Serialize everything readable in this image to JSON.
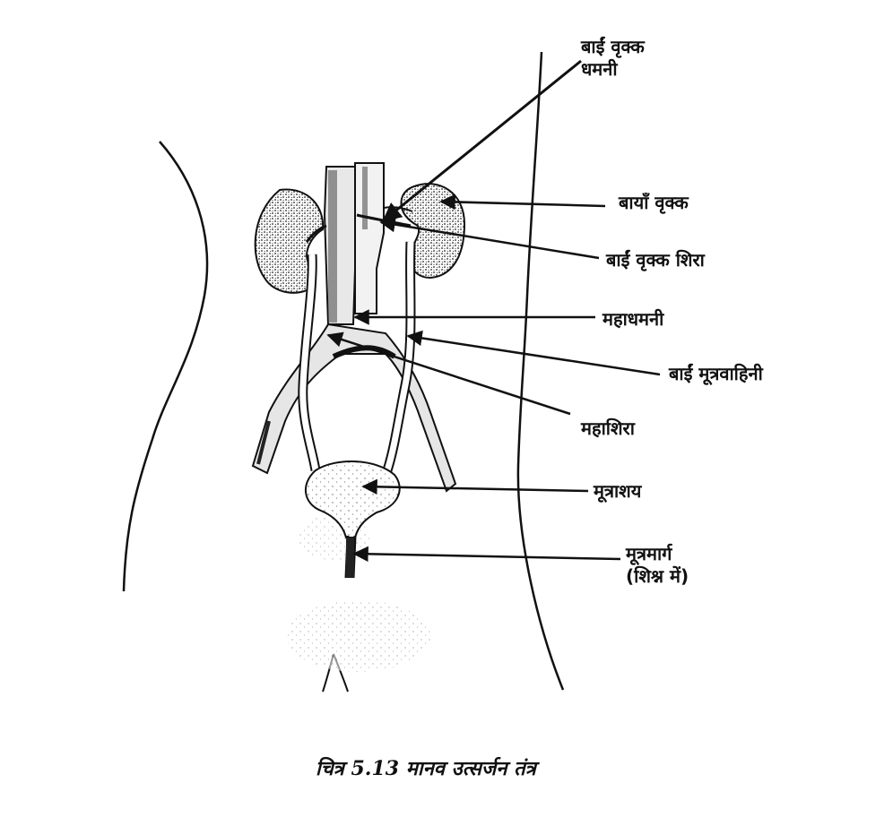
{
  "labels": {
    "left_renal_artery_line1": "बाईं वृक्क",
    "left_renal_artery_line2": "धमनी",
    "left_kidney": "बायाँ वृक्क",
    "left_renal_vein": "बाईं वृक्क शिरा",
    "aorta": "महाधमनी",
    "left_ureter": "बाईं मूत्रवाहिनी",
    "vena_cava": "महाशिरा",
    "bladder": "मूत्राशय",
    "urethra_line1": "मूत्रमार्ग",
    "urethra_line2": "(शिश्न में)"
  },
  "caption": "चित्र 5.13 मानव उत्सर्जन तंत्र"
}
